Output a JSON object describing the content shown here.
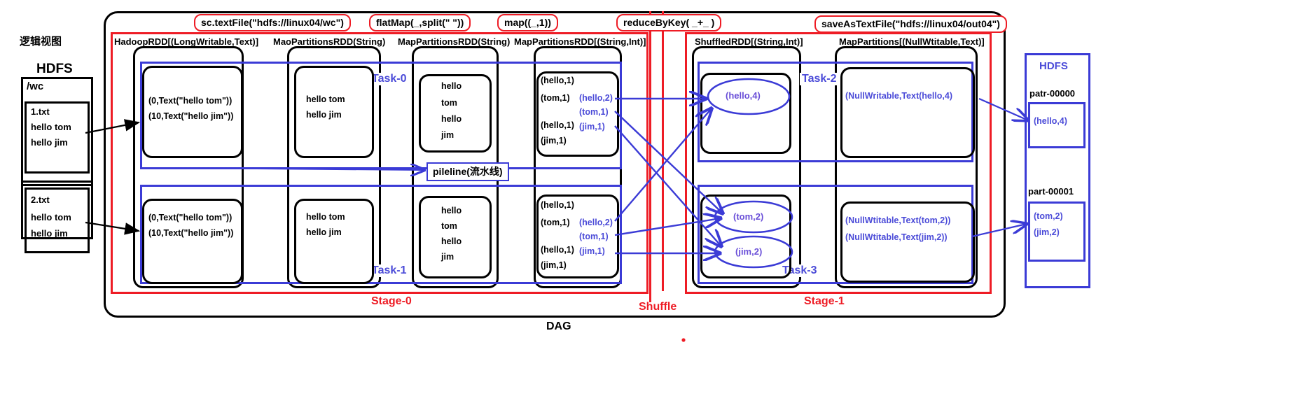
{
  "diagram": {
    "logical_view_label": "逻辑视图",
    "dag_label": "DAG",
    "shuffle_label": "Shuffle",
    "stage0_label": "Stage-0",
    "stage1_label": "Stage-1",
    "pipeline_label": "pileline(流水线)"
  },
  "operations": [
    {
      "id": "textfile",
      "label": "sc.textFile(\"hdfs://linux04/wc\")"
    },
    {
      "id": "flatmap",
      "label": "flatMap(_,split(\" \"))"
    },
    {
      "id": "map",
      "label": "map((_,1))"
    },
    {
      "id": "reducebykey",
      "label": "reduceByKey( _+_ )"
    },
    {
      "id": "saveastext",
      "label": "saveAsTextFile(\"hdfs://linux04/out04\")"
    }
  ],
  "rdd_titles": {
    "hadoop_rdd": "HadoopRDD[(LongWritable,Text)]",
    "map_partitions_string_1": "MaoPartitionsRDD(String)",
    "map_partitions_string_2": "MapPartitionsRDD(String)",
    "map_partitions_string_int": "MapPartitionsRDD[(String,Int)]",
    "shuffled_rdd": "ShuffledRDD[(String,Int)]",
    "map_partitions_nullwritable": "MapPartitions[(NullWtitable,Text)]"
  },
  "tasks": {
    "task0": "Task-0",
    "task1": "Task-1",
    "task2": "Task-2",
    "task3": "Task-3"
  },
  "hdfs_input": {
    "title": "HDFS",
    "path": "/wc",
    "files": [
      {
        "name": "1.txt",
        "lines": [
          "hello   tom",
          "hello   jim"
        ]
      },
      {
        "name": "2.txt",
        "lines": [
          "hello   tom",
          "hello   jim"
        ]
      }
    ]
  },
  "hdfs_output": {
    "title": "HDFS",
    "parts": [
      {
        "name": "patr-00000",
        "lines": [
          "(hello,4)"
        ]
      },
      {
        "name": "part-00001",
        "lines": [
          "(tom,2)",
          "(jim,2)"
        ]
      }
    ]
  },
  "partitions": {
    "hadoop_rdd": [
      {
        "lines": [
          "(0,Text(\"hello tom\"))",
          "(10,Text(\"hello jim\"))"
        ]
      },
      {
        "lines": [
          "(0,Text(\"hello tom\"))",
          "(10,Text(\"hello jim\"))"
        ]
      }
    ],
    "map_partitions_string_1": [
      {
        "lines": [
          "hello  tom",
          "hello  jim"
        ]
      },
      {
        "lines": [
          "hello  tom",
          "hello  jim"
        ]
      }
    ],
    "map_partitions_string_2": [
      {
        "lines": [
          "hello",
          "tom",
          "hello",
          "jim"
        ]
      },
      {
        "lines": [
          "hello",
          "tom",
          "hello",
          "jim"
        ]
      }
    ],
    "map_partitions_string_int": [
      {
        "lines": [
          "(hello,1)",
          "(tom,1)",
          "(hello,1)",
          "(jim,1)"
        ],
        "combined": [
          "(hello,2)",
          "(tom,1)",
          "(jim,1)"
        ]
      },
      {
        "lines": [
          "(hello,1)",
          "(tom,1)",
          "(hello,1)",
          "(jim,1)"
        ],
        "combined": [
          "(hello,2)",
          "(tom,1)",
          "(jim,1)"
        ]
      }
    ],
    "shuffled_rdd": [
      {
        "results": [
          "(hello,4)"
        ]
      },
      {
        "results": [
          "(tom,2)",
          "(jim,2)"
        ]
      }
    ],
    "map_partitions_nullwritable": [
      {
        "lines": [
          "(NullWritable,Text(hello,4)"
        ]
      },
      {
        "lines": [
          "(NullWtitable,Text(tom,2))",
          "(NullWtitable,Text(jim,2))"
        ]
      }
    ]
  },
  "colors": {
    "black": "#000000",
    "red": "#ee1c25",
    "blue": "#3b3bd6",
    "blue_text": "#4b4bd8",
    "purple": "#6a4fd8"
  }
}
